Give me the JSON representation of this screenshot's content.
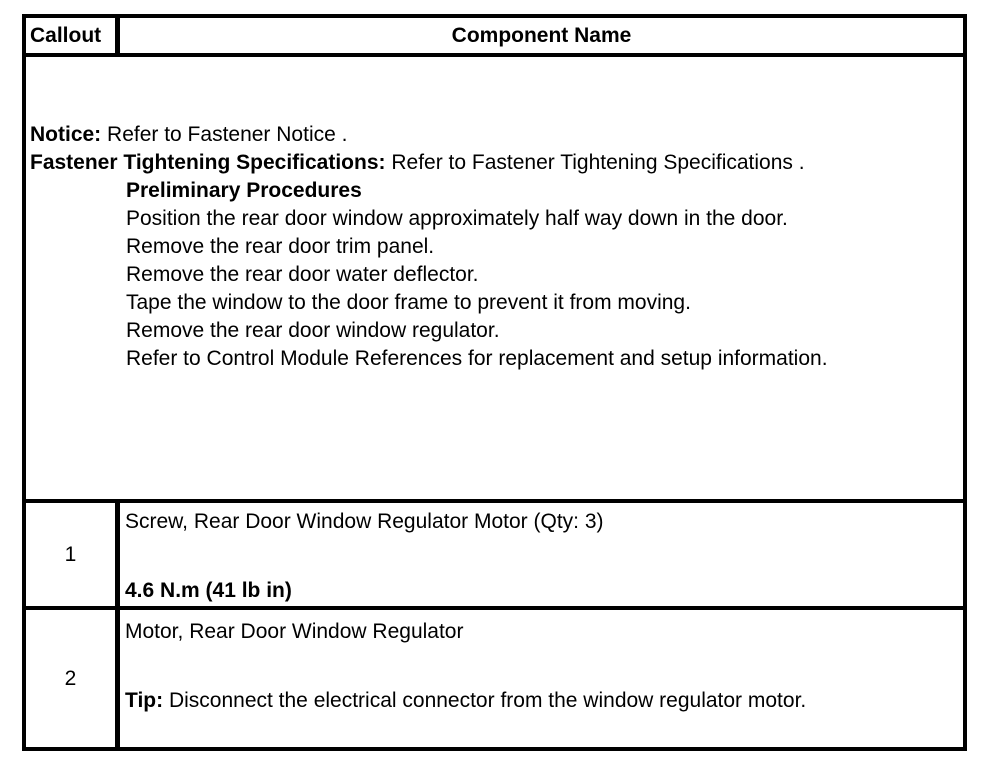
{
  "table": {
    "header": {
      "callout": "Callout",
      "component_name": "Component Name"
    },
    "preamble": {
      "notice_label": "Notice:",
      "notice_text": " Refer to Fastener Notice .",
      "fastener_label": "Fastener Tightening Specifications:",
      "fastener_text": " Refer to Fastener Tightening Specifications .",
      "preliminary_heading": "Preliminary Procedures",
      "procedures": [
        "Position the rear door window approximately half way down in the door.",
        "Remove the rear door trim panel.",
        "Remove the rear door water deflector.",
        "Tape the window to the door frame to prevent it from moving.",
        "Remove the rear door window regulator.",
        "Refer to Control Module References for replacement and setup information."
      ]
    },
    "rows": [
      {
        "callout": "1",
        "component": "Screw, Rear Door Window Regulator Motor (Qty: 3)",
        "torque": "4.6 N.m (41 lb in)"
      },
      {
        "callout": "2",
        "component": "Motor, Rear Door Window Regulator",
        "tip_label": "Tip:",
        "tip_text": " Disconnect the electrical connector from the window regulator motor."
      }
    ]
  },
  "colors": {
    "border": "#000000",
    "background": "#ffffff",
    "text": "#000000"
  }
}
